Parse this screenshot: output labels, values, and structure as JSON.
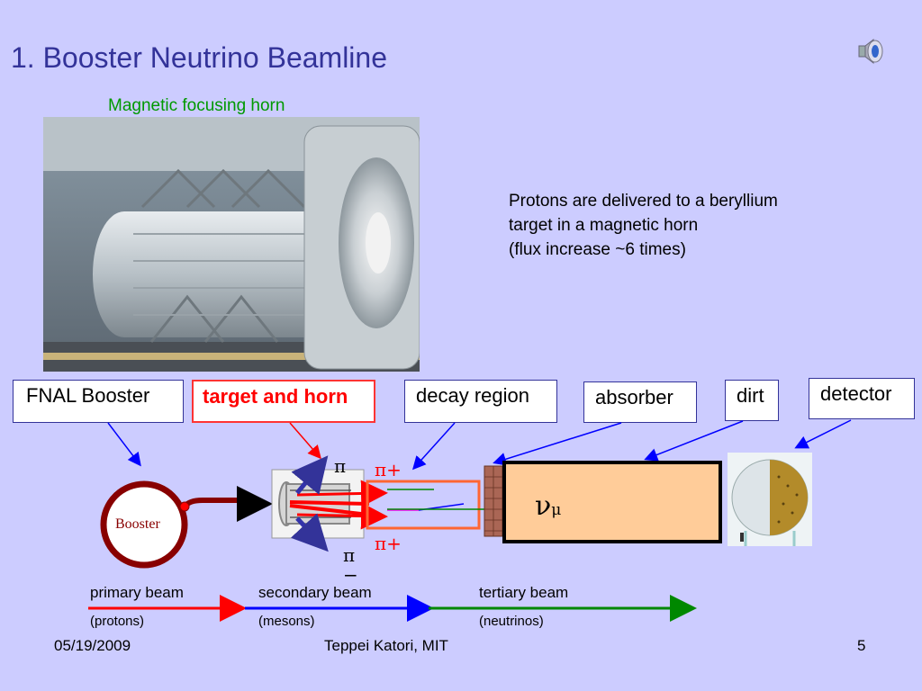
{
  "slide": {
    "title": "1. Booster Neutrino Beamline",
    "photo_caption": "Magnetic focusing horn",
    "description": [
      "Protons are delivered to a beryllium",
      "target in a magnetic horn",
      "(flux increase ~6 times)"
    ],
    "speaker_icon": "speaker-icon"
  },
  "labels": {
    "fnal_booster": "FNAL Booster",
    "target_horn": "target and horn",
    "decay_region": "decay region",
    "absorber": "absorber",
    "dirt": "dirt",
    "detector": "detector"
  },
  "diagram": {
    "booster_ring_label": "Booster",
    "pi_minus_top": "π",
    "pi_plus_top": "π+",
    "pi_minus_bottom": "π",
    "pi_minus_bottom_sign": "−",
    "pi_plus_bottom": "π+",
    "neutrino": "ν",
    "neutrino_sub": "μ"
  },
  "beams": [
    {
      "name": "primary beam",
      "sub": "(protons)",
      "color": "#ff0000"
    },
    {
      "name": "secondary beam",
      "sub": "(mesons)",
      "color": "#0000ff"
    },
    {
      "name": "tertiary beam",
      "sub": "(neutrinos)",
      "color": "#008800"
    }
  ],
  "footer": {
    "date": "05/19/2009",
    "author": "Teppei Katori, MIT",
    "page": "5"
  },
  "colors": {
    "background": "#ccccff",
    "title": "#333399",
    "caption": "#009900",
    "highlight_red": "#ff0000",
    "decay_box_border": "#ff6633",
    "absorber_fill": "#ffcc99"
  }
}
